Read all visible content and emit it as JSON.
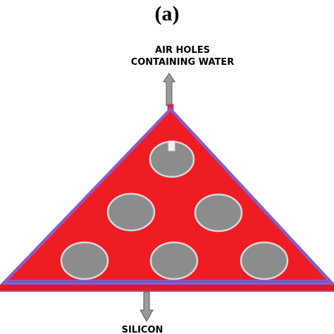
{
  "figure": {
    "panel_label": "(a)"
  },
  "labels": {
    "top_line1": "AIR HOLES",
    "top_line2": "CONTAINING WATER",
    "bottom": "SILICON"
  },
  "colors": {
    "silicon": "#f01c24",
    "holes": "#8c8c8c",
    "hole_outline": "#d8d8d8",
    "edge": "#8a5cc8",
    "arrow": "#9a9a9a"
  },
  "icons": {
    "top_arrow": "arrow-up-icon",
    "bottom_arrow": "arrow-down-icon"
  }
}
